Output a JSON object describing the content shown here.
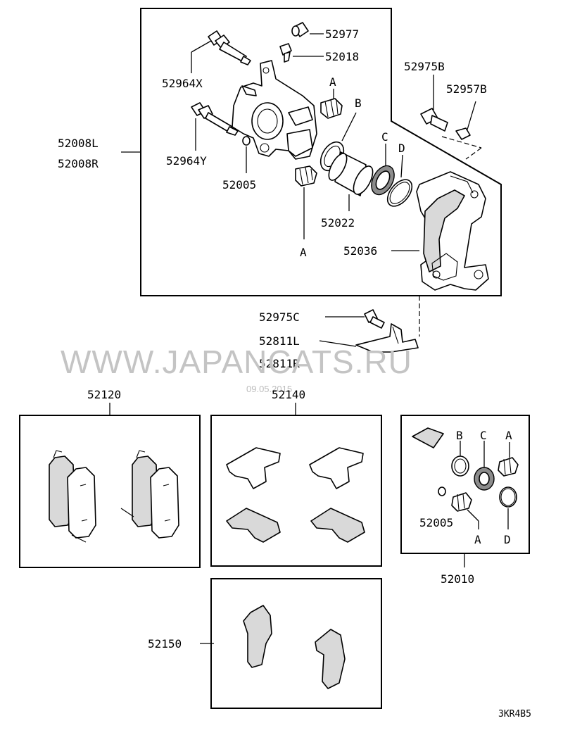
{
  "watermark": {
    "text": "WWW.JAPANCATS.RU",
    "date": "09.05.2015"
  },
  "reference": "3KR4B5",
  "labels": {
    "p52977": "52977",
    "p52018": "52018",
    "p52964x": "52964X",
    "p52964y": "52964Y",
    "p52005": "52005",
    "p52008l": "52008L",
    "p52008r": "52008R",
    "p52022": "52022",
    "p52036": "52036",
    "p52975b": "52975B",
    "p52957b": "52957B",
    "p52975c": "52975C",
    "p52811l": "52811L",
    "p52811r": "52811R",
    "p52120": "52120",
    "p52140": "52140",
    "p52010": "52010",
    "p52150": "52150",
    "kit_52005": "52005"
  },
  "letters": {
    "a_top": "A",
    "b_top": "B",
    "c_top": "C",
    "d_top": "D",
    "a_bottom": "A",
    "kit_b": "B",
    "kit_c": "C",
    "kit_a_top": "A",
    "kit_a_bottom": "A",
    "kit_d": "D"
  }
}
